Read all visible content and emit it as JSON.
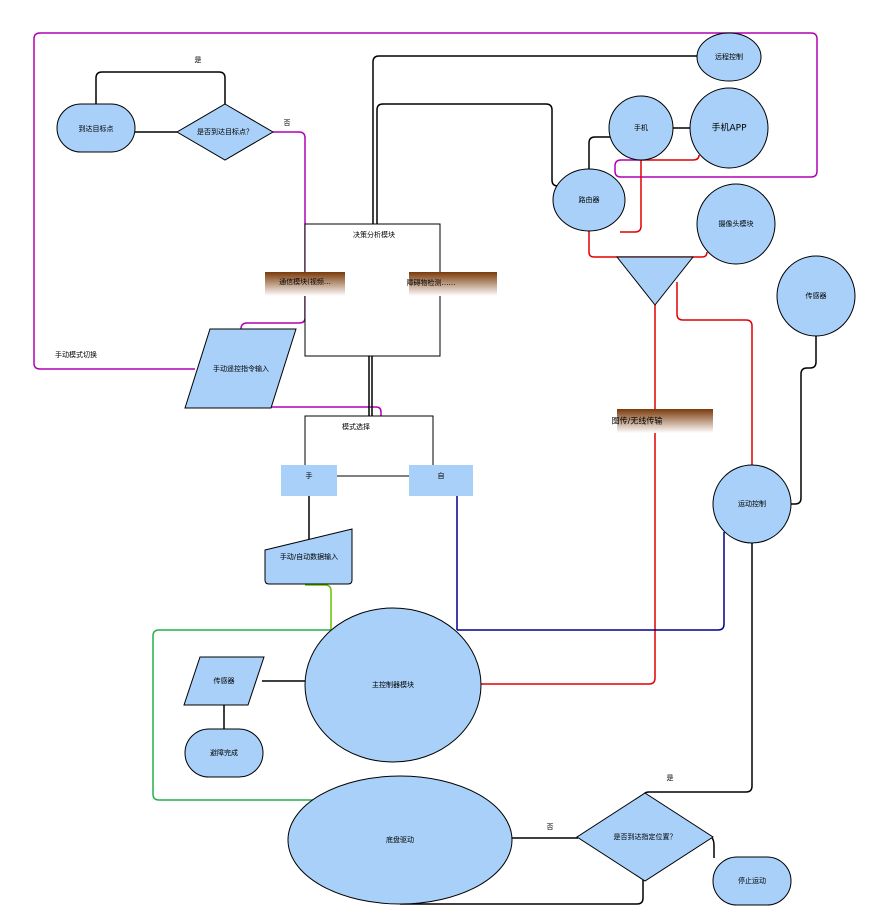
{
  "nodes": {
    "top_terminal": "到达目标点",
    "top_decision": "是否到达目标点？",
    "top_yes": "是",
    "top_no": "否",
    "decision_group": "决策分析模块",
    "comm_label": "通信模块(视频…",
    "detect_label": "障碍物检测……",
    "manual_input": "手动遥控指令输入",
    "manual_switch_label": "手动模式切换",
    "remote_ctrl": "远程控制",
    "phone": "手机",
    "phone_app": "手机APP",
    "router": "路由器",
    "camera": "摄像头模块",
    "sensor": "传感器",
    "wifi_label": "图传/无线传输",
    "motion_ctrl": "运动控制",
    "mode_group": "模式选择",
    "mode_manual": "手",
    "mode_auto": "自",
    "data_input": "手动/自动数据输入",
    "main_controller": "主控制器模块",
    "sensor_data": "传感器",
    "obstacle_end": "避障完成",
    "chassis": "底盘驱动",
    "final_decision": "是否到达指定位置？",
    "final_yes": "是",
    "final_no": "否",
    "final_end": "停止运动"
  },
  "colors": {
    "node_fill": "#a8d0f8",
    "purple_link": "#b000b0",
    "red_link": "#e00000",
    "blue_link": "#00008a",
    "green_link": "#22b04a",
    "bar_dark": "#7a3a0a"
  }
}
